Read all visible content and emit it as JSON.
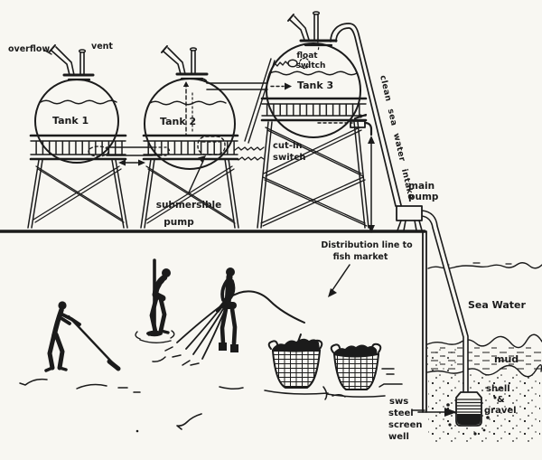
{
  "colors": {
    "paper": "#f8f7f2",
    "ink": "#1b1b1b"
  },
  "tanks": {
    "tank1_label": "Tank 1",
    "tank2_label": "Tank 2",
    "tank3_label": "Tank 3"
  },
  "labels": {
    "overflow": "overflow",
    "vent": "vent",
    "float_switch": [
      "float",
      "switch"
    ],
    "cut_in_switch": [
      "cut-in",
      "switch"
    ],
    "submersible_pump": [
      "submersible",
      "pump"
    ],
    "clean_sea_water_intake": "clean sea water intake",
    "main_pump": [
      "main",
      "pump"
    ],
    "distribution_line": [
      "Distribution line to",
      "fish market"
    ],
    "sea_water": "Sea Water",
    "mud": "mud",
    "shell_gravel": [
      "shell",
      "&",
      "gravel"
    ],
    "screen_well": [
      "sws",
      "steel",
      "screen",
      "well"
    ]
  }
}
